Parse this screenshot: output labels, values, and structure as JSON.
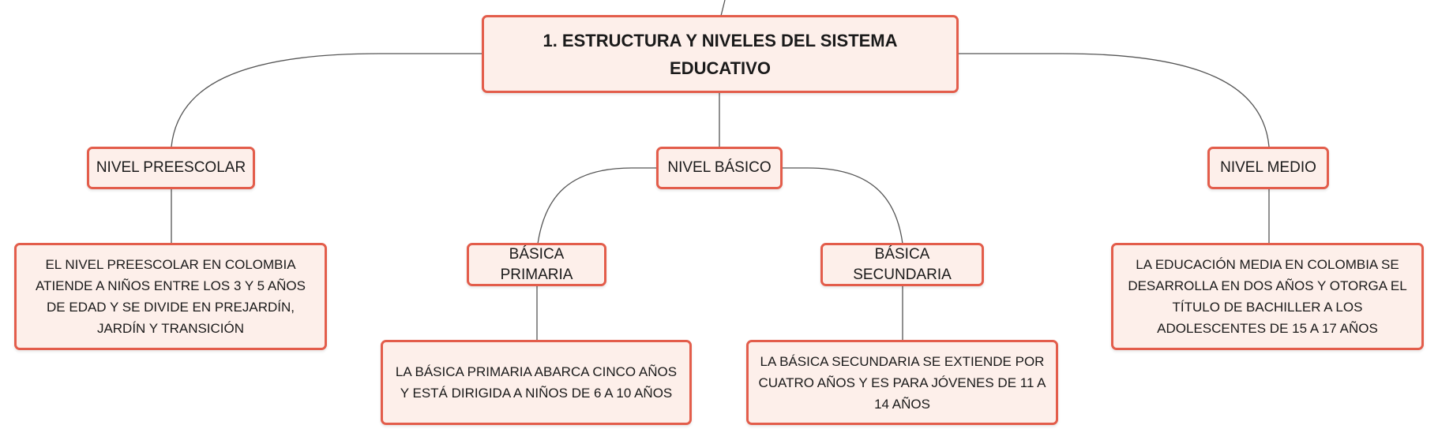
{
  "diagram": {
    "root": {
      "text": "1. ESTRUCTURA Y NIVELES DEL SISTEMA EDUCATIVO"
    },
    "levels": {
      "preescolar": {
        "text": "NIVEL PREESCOLAR"
      },
      "basico": {
        "text": "NIVEL BÁSICO"
      },
      "medio": {
        "text": "NIVEL MEDIO"
      }
    },
    "sublevels": {
      "primaria": {
        "text": "BÁSICA PRIMARIA"
      },
      "secundaria": {
        "text": "BÁSICA SECUNDARIA"
      }
    },
    "descriptions": {
      "preescolar": "EL NIVEL PREESCOLAR EN COLOMBIA ATIENDE A NIÑOS ENTRE LOS 3 Y 5 AÑOS DE EDAD Y SE DIVIDE EN PREJARDÍN, JARDÍN Y TRANSICIÓN",
      "primaria": "LA BÁSICA PRIMARIA ABARCA CINCO AÑOS Y ESTÁ DIRIGIDA A NIÑOS DE 6 A 10 AÑOS",
      "secundaria": "LA BÁSICA SECUNDARIA SE EXTIENDE POR CUATRO AÑOS Y ES PARA JÓVENES DE 11 A 14 AÑOS",
      "medio": "LA EDUCACIÓN MEDIA EN COLOMBIA SE DESARROLLA EN DOS AÑOS Y OTORGA EL TÍTULO DE BACHILLER A LOS ADOLESCENTES DE 15 A 17 AÑOS"
    },
    "colors": {
      "node_border": "#e35d4b",
      "node_fill": "#fdefea",
      "connector": "#555555"
    }
  }
}
